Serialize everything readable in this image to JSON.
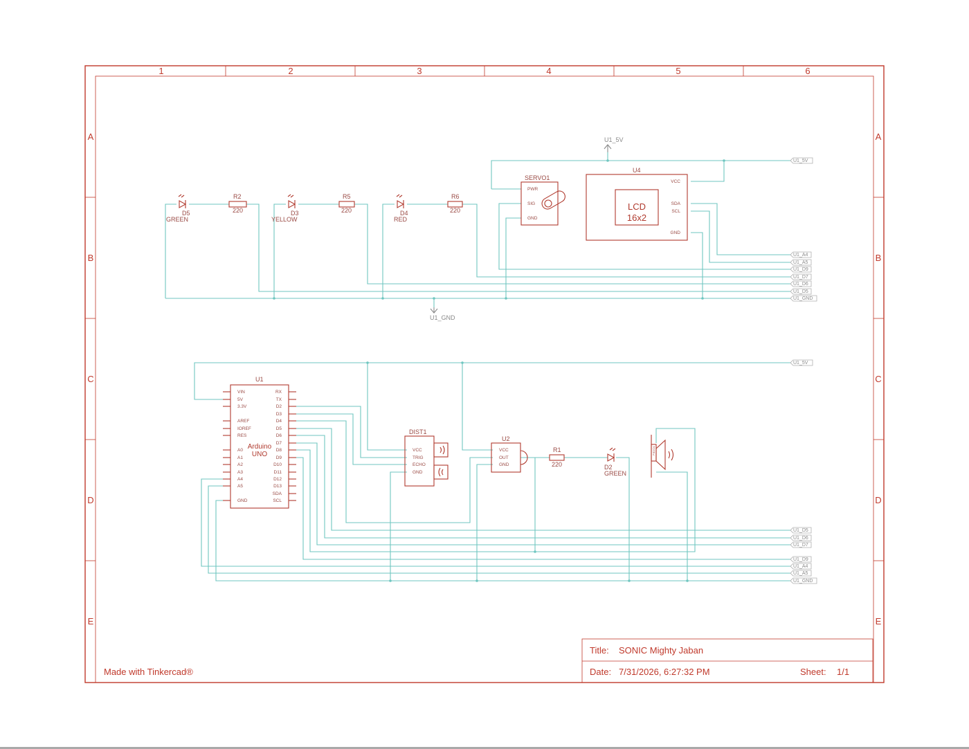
{
  "sheet": {
    "columns": [
      "1",
      "2",
      "3",
      "4",
      "5",
      "6"
    ],
    "rows": [
      "A",
      "B",
      "C",
      "D",
      "E"
    ],
    "credit": "Made with Tinkercad®"
  },
  "title_block": {
    "title_label": "Title:",
    "title": "SONIC Mighty Jaban",
    "date_label": "Date:",
    "date": "7/31/2026, 6:27:32 PM",
    "sheet_label": "Sheet:",
    "sheet": "1/1"
  },
  "top": {
    "power": "U1_5V",
    "ground": "U1_GND",
    "d5": {
      "ref": "D5",
      "color": "GREEN"
    },
    "r2": {
      "ref": "R2",
      "value": "220"
    },
    "d3": {
      "ref": "D3",
      "color": "YELLOW"
    },
    "r5": {
      "ref": "R5",
      "value": "220"
    },
    "d4": {
      "ref": "D4",
      "color": "RED"
    },
    "r6": {
      "ref": "R6",
      "value": "220"
    },
    "servo": {
      "ref": "SERVO1",
      "pins": [
        "PWR",
        "SIG",
        "GND"
      ]
    },
    "lcd": {
      "ref": "U4",
      "line1": "LCD",
      "line2": "16x2",
      "pins": [
        "VCC",
        "SDA",
        "SCL",
        "GND"
      ]
    },
    "nets": [
      "U1_5V",
      "U1_A4",
      "U1_A5",
      "U1_D9",
      "U1_D7",
      "U1_D6",
      "U1_D5",
      "U1_GND"
    ]
  },
  "bottom": {
    "arduino": {
      "ref": "U1",
      "line1": "Arduino",
      "line2": "UNO",
      "left_pins": [
        "VIN",
        "5V",
        "3.3V",
        "AREF",
        "IOREF",
        "RES",
        "A0",
        "A1",
        "A2",
        "A3",
        "A4",
        "A5",
        "GND"
      ],
      "right_pins": [
        "RX",
        "TX",
        "D2",
        "D3",
        "D4",
        "D5",
        "D6",
        "D7",
        "D8",
        "D9",
        "D10",
        "D11",
        "D12",
        "D13",
        "SDA",
        "SCL"
      ]
    },
    "dist": {
      "ref": "DIST1",
      "pins": [
        "VCC",
        "TRIG",
        "ECHO",
        "GND"
      ]
    },
    "pir": {
      "ref": "U2",
      "pins": [
        "VCC",
        "OUT",
        "GND"
      ]
    },
    "r1": {
      "ref": "R1",
      "value": "220"
    },
    "d2": {
      "ref": "D2",
      "color": "GREEN"
    },
    "piezo_label": "PIEZO1",
    "nets_top": [
      "U1_5V"
    ],
    "nets": [
      "U1_D5",
      "U1_D6",
      "U1_D7",
      "U1_D9",
      "U1_A4",
      "U1_A5",
      "U1_GND"
    ]
  }
}
